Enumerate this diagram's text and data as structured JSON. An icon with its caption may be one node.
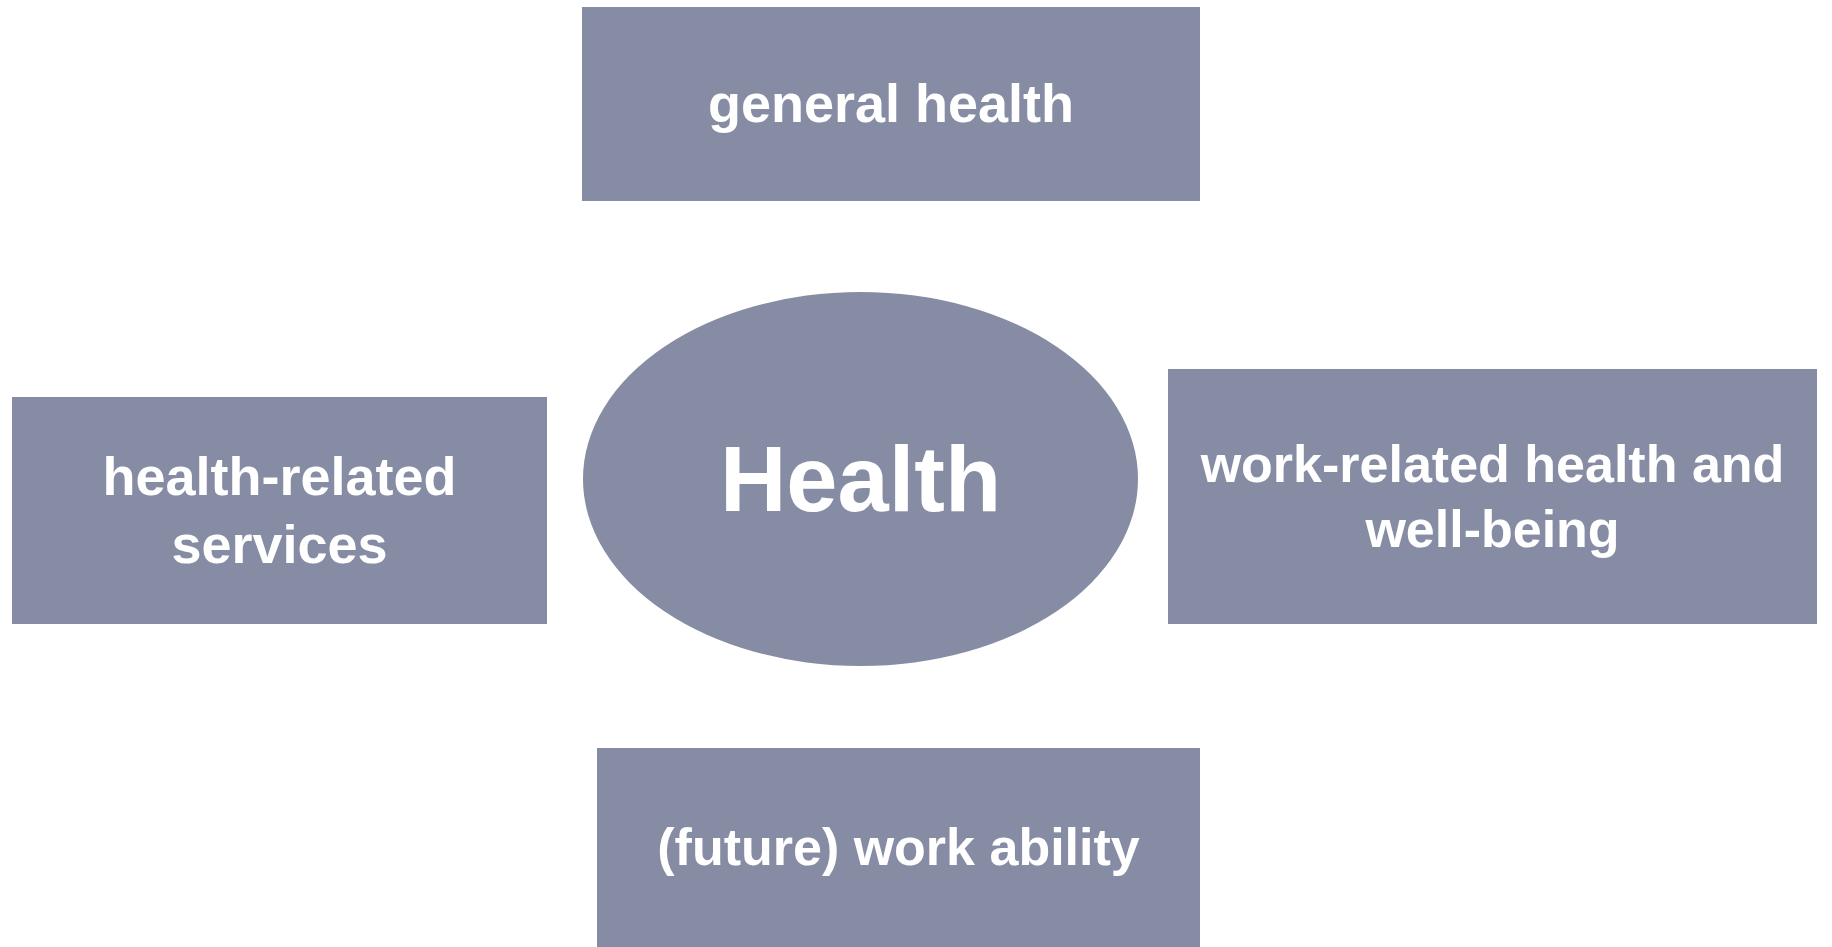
{
  "diagram": {
    "nodes": [
      {
        "text": [
          "general health"
        ]
      },
      {
        "text": [
          "health-related services"
        ]
      },
      {
        "text": [
          "Health"
        ]
      },
      {
        "text": [
          "work-related health and well-being"
        ]
      },
      {
        "text": [
          "(future) work ability"
        ]
      }
    ],
    "edges": []
  }
}
